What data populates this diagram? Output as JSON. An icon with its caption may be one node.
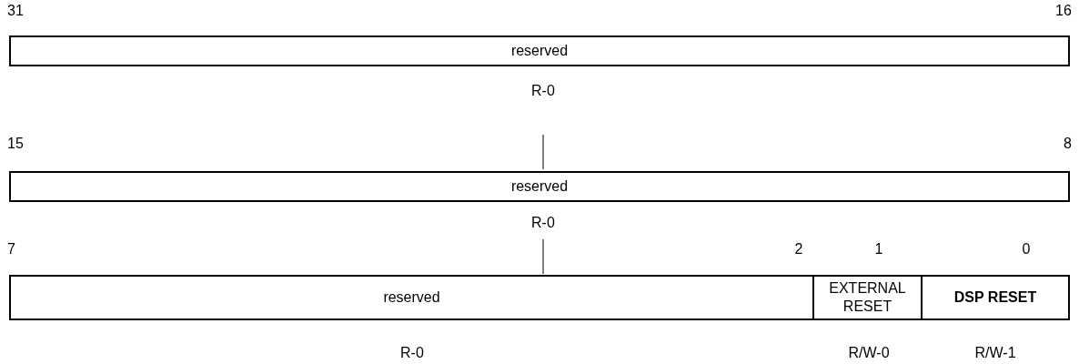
{
  "diagram": {
    "nodes": [
      {
        "text": [
          "reserved"
        ],
        "beside": [
          "R-0"
        ]
      },
      {
        "text": [
          "reserved"
        ],
        "beside": [
          "R-0"
        ]
      },
      {
        "text": [
          "reserved"
        ],
        "beside": [
          "R-0"
        ]
      },
      {
        "text": [
          "EXTERNAL RESET"
        ],
        "beside": [
          "R/W-0"
        ]
      },
      {
        "text": [
          "DSP RESET"
        ],
        "beside": [
          "R/W-1"
        ]
      }
    ],
    "edges": [],
    "labels": [
      "31",
      "16",
      "15",
      "8",
      "7",
      "2",
      "1",
      "0"
    ]
  }
}
